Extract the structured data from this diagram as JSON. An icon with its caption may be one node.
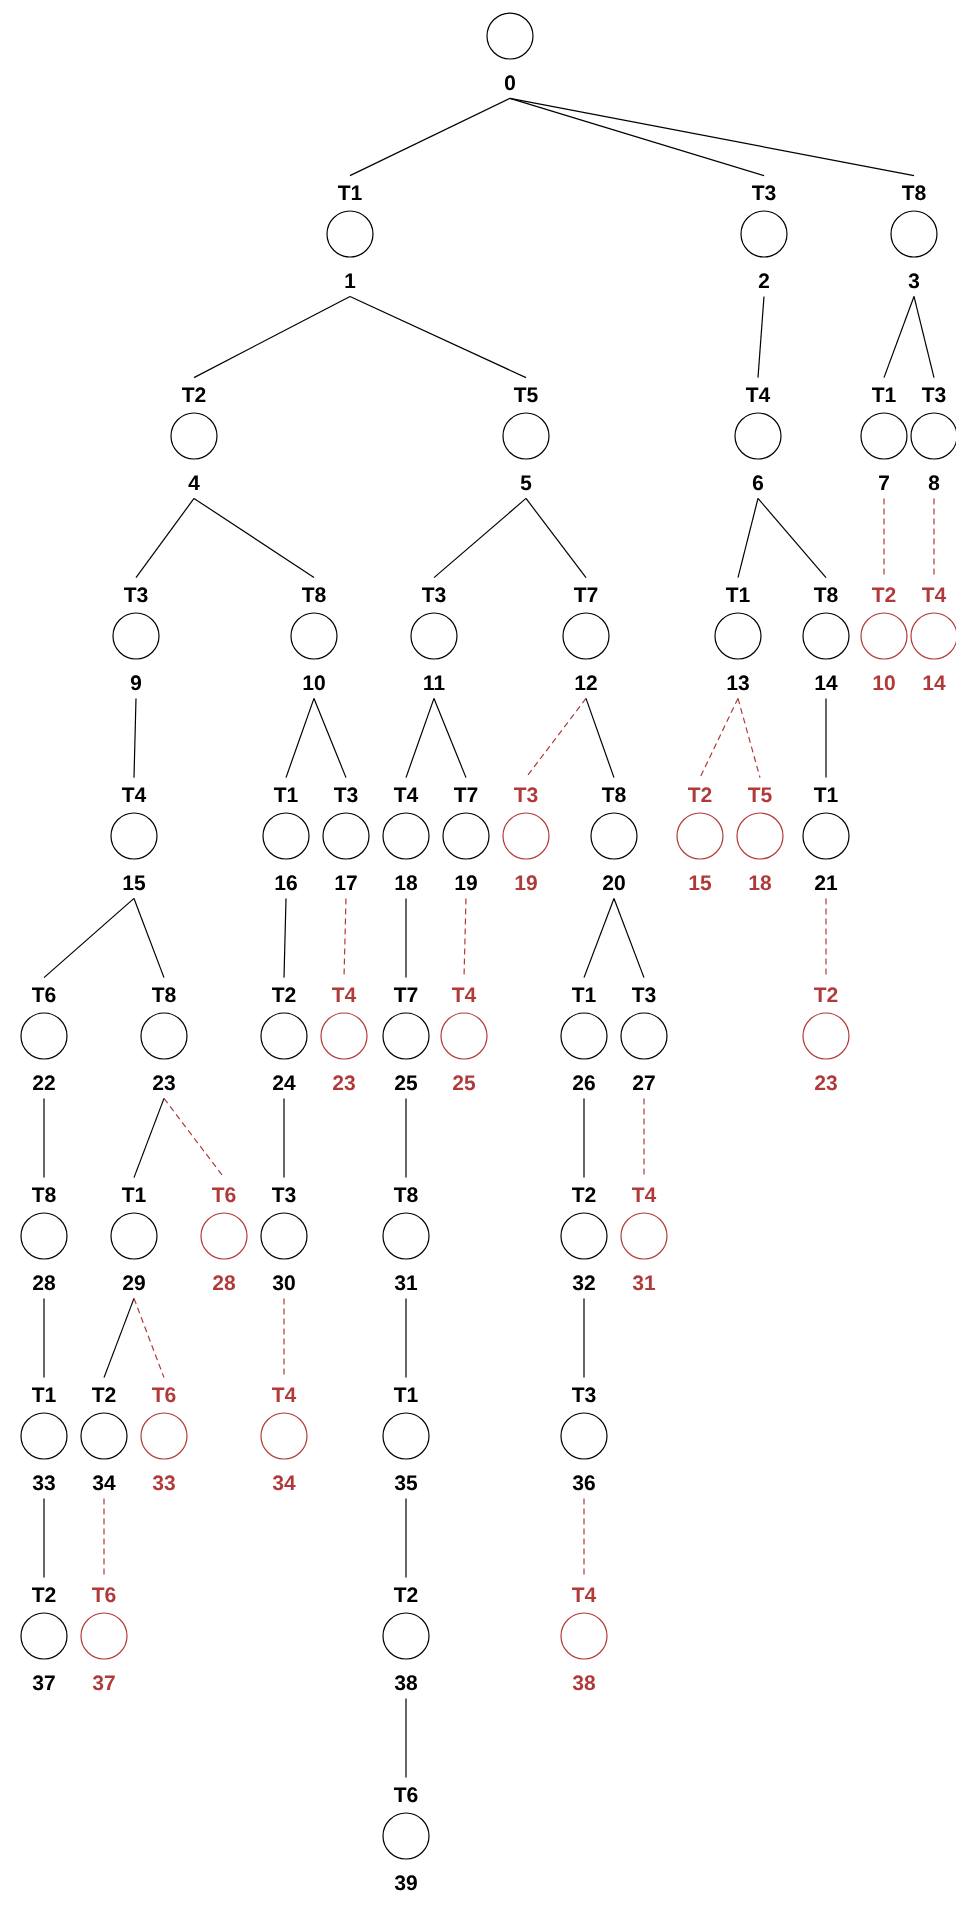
{
  "diagram": {
    "nodes": [
      {
        "text": [
          "0"
        ]
      },
      {
        "text": [
          "T1",
          "1"
        ]
      },
      {
        "text": [
          "T3",
          "2"
        ]
      },
      {
        "text": [
          "T8",
          "3"
        ]
      },
      {
        "text": [
          "T2",
          "4"
        ]
      },
      {
        "text": [
          "T5",
          "5"
        ]
      },
      {
        "text": [
          "T4",
          "6"
        ]
      },
      {
        "text": [
          "T1",
          "7"
        ]
      },
      {
        "text": [
          "T3",
          "8"
        ]
      },
      {
        "text": [
          "T3",
          "9"
        ]
      },
      {
        "text": [
          "T8",
          "10"
        ]
      },
      {
        "text": [
          "T3",
          "11"
        ]
      },
      {
        "text": [
          "T7",
          "12"
        ]
      },
      {
        "text": [
          "T1",
          "13"
        ]
      },
      {
        "text": [
          "T8",
          "14"
        ]
      },
      {
        "text": [
          "T2",
          "10"
        ]
      },
      {
        "text": [
          "T4",
          "14"
        ]
      },
      {
        "text": [
          "T4",
          "15"
        ]
      },
      {
        "text": [
          "T1",
          "16"
        ]
      },
      {
        "text": [
          "T3",
          "17"
        ]
      },
      {
        "text": [
          "T4",
          "18"
        ]
      },
      {
        "text": [
          "T7",
          "19"
        ]
      },
      {
        "text": [
          "T3",
          "19"
        ]
      },
      {
        "text": [
          "T8",
          "20"
        ]
      },
      {
        "text": [
          "T2",
          "15"
        ]
      },
      {
        "text": [
          "T5",
          "18"
        ]
      },
      {
        "text": [
          "T1",
          "21"
        ]
      },
      {
        "text": [
          "T6",
          "22"
        ]
      },
      {
        "text": [
          "T8",
          "23"
        ]
      },
      {
        "text": [
          "T2",
          "24"
        ]
      },
      {
        "text": [
          "T4",
          "23"
        ]
      },
      {
        "text": [
          "T7",
          "25"
        ]
      },
      {
        "text": [
          "T4",
          "25"
        ]
      },
      {
        "text": [
          "T1",
          "26"
        ]
      },
      {
        "text": [
          "T3",
          "27"
        ]
      },
      {
        "text": [
          "T2",
          "23"
        ]
      },
      {
        "text": [
          "T8",
          "28"
        ]
      },
      {
        "text": [
          "T1",
          "29"
        ]
      },
      {
        "text": [
          "T6",
          "28"
        ]
      },
      {
        "text": [
          "T3",
          "30"
        ]
      },
      {
        "text": [
          "T8",
          "31"
        ]
      },
      {
        "text": [
          "T2",
          "32"
        ]
      },
      {
        "text": [
          "T4",
          "31"
        ]
      },
      {
        "text": [
          "T1",
          "33"
        ]
      },
      {
        "text": [
          "T2",
          "34"
        ]
      },
      {
        "text": [
          "T6",
          "33"
        ]
      },
      {
        "text": [
          "T4",
          "34"
        ]
      },
      {
        "text": [
          "T1",
          "35"
        ]
      },
      {
        "text": [
          "T3",
          "36"
        ]
      },
      {
        "text": [
          "T2",
          "37"
        ]
      },
      {
        "text": [
          "T6",
          "37"
        ]
      },
      {
        "text": [
          "T2",
          "38"
        ]
      },
      {
        "text": [
          "T4",
          "38"
        ]
      },
      {
        "text": [
          "T6",
          "39"
        ]
      }
    ],
    "edges": [
      {
        "from": 0,
        "to": 1,
        "arrow": "none"
      },
      {
        "from": 0,
        "to": 2,
        "arrow": "none"
      },
      {
        "from": 0,
        "to": 3,
        "arrow": "none"
      },
      {
        "from": 1,
        "to": 4,
        "arrow": "none"
      },
      {
        "from": 1,
        "to": 5,
        "arrow": "none"
      },
      {
        "from": 2,
        "to": 6,
        "arrow": "none"
      },
      {
        "from": 3,
        "to": 7,
        "arrow": "none"
      },
      {
        "from": 3,
        "to": 8,
        "arrow": "none"
      },
      {
        "from": 4,
        "to": 9,
        "arrow": "none"
      },
      {
        "from": 4,
        "to": 10,
        "arrow": "none"
      },
      {
        "from": 5,
        "to": 11,
        "arrow": "none"
      },
      {
        "from": 5,
        "to": 12,
        "arrow": "none"
      },
      {
        "from": 6,
        "to": 13,
        "arrow": "none"
      },
      {
        "from": 6,
        "to": 14,
        "arrow": "none"
      },
      {
        "from": 7,
        "to": 15,
        "arrow": "none",
        "style": "dashed",
        "color": "#b03a3a"
      },
      {
        "from": 8,
        "to": 16,
        "arrow": "none",
        "style": "dashed",
        "color": "#b03a3a"
      },
      {
        "from": 9,
        "to": 17,
        "arrow": "none"
      },
      {
        "from": 10,
        "to": 18,
        "arrow": "none"
      },
      {
        "from": 10,
        "to": 19,
        "arrow": "none"
      },
      {
        "from": 11,
        "to": 20,
        "arrow": "none"
      },
      {
        "from": 11,
        "to": 21,
        "arrow": "none"
      },
      {
        "from": 12,
        "to": 22,
        "arrow": "none",
        "style": "dashed",
        "color": "#b03a3a"
      },
      {
        "from": 12,
        "to": 23,
        "arrow": "none"
      },
      {
        "from": 13,
        "to": 24,
        "arrow": "none",
        "style": "dashed",
        "color": "#b03a3a"
      },
      {
        "from": 13,
        "to": 25,
        "arrow": "none",
        "style": "dashed",
        "color": "#b03a3a"
      },
      {
        "from": 14,
        "to": 26,
        "arrow": "none"
      },
      {
        "from": 17,
        "to": 27,
        "arrow": "none"
      },
      {
        "from": 17,
        "to": 28,
        "arrow": "none"
      },
      {
        "from": 18,
        "to": 29,
        "arrow": "none"
      },
      {
        "from": 19,
        "to": 30,
        "arrow": "none",
        "style": "dashed",
        "color": "#b03a3a"
      },
      {
        "from": 20,
        "to": 31,
        "arrow": "none"
      },
      {
        "from": 21,
        "to": 32,
        "arrow": "none",
        "style": "dashed",
        "color": "#b03a3a"
      },
      {
        "from": 23,
        "to": 33,
        "arrow": "none"
      },
      {
        "from": 23,
        "to": 34,
        "arrow": "none"
      },
      {
        "from": 26,
        "to": 35,
        "arrow": "none",
        "style": "dashed",
        "color": "#b03a3a"
      },
      {
        "from": 27,
        "to": 36,
        "arrow": "none"
      },
      {
        "from": 28,
        "to": 37,
        "arrow": "none"
      },
      {
        "from": 28,
        "to": 38,
        "arrow": "none",
        "style": "dashed",
        "color": "#b03a3a"
      },
      {
        "from": 29,
        "to": 39,
        "arrow": "none"
      },
      {
        "from": 31,
        "to": 40,
        "arrow": "none"
      },
      {
        "from": 33,
        "to": 41,
        "arrow": "none"
      },
      {
        "from": 34,
        "to": 42,
        "arrow": "none",
        "style": "dashed",
        "color": "#b03a3a"
      },
      {
        "from": 36,
        "to": 43,
        "arrow": "none"
      },
      {
        "from": 37,
        "to": 44,
        "arrow": "none"
      },
      {
        "from": 37,
        "to": 45,
        "arrow": "none",
        "style": "dashed",
        "color": "#b03a3a"
      },
      {
        "from": 39,
        "to": 46,
        "arrow": "none",
        "style": "dashed",
        "color": "#b03a3a"
      },
      {
        "from": 40,
        "to": 47,
        "arrow": "none"
      },
      {
        "from": 41,
        "to": 48,
        "arrow": "none"
      },
      {
        "from": 43,
        "to": 49,
        "arrow": "none"
      },
      {
        "from": 44,
        "to": 50,
        "arrow": "none",
        "style": "dashed",
        "color": "#b03a3a"
      },
      {
        "from": 47,
        "to": 51,
        "arrow": "none"
      },
      {
        "from": 48,
        "to": 52,
        "arrow": "none",
        "style": "dashed",
        "color": "#b03a3a"
      },
      {
        "from": 51,
        "to": 53,
        "arrow": "none"
      }
    ]
  }
}
